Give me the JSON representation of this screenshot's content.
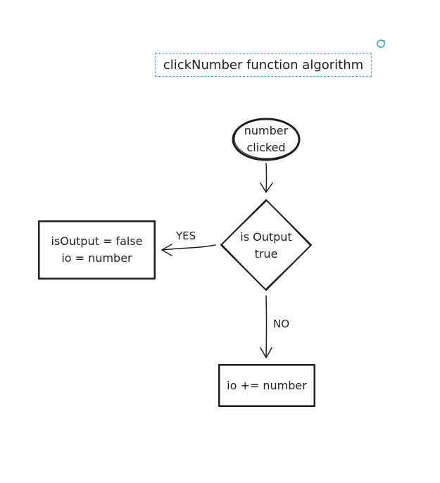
{
  "diagram": {
    "title": "clickNumber function algorithm",
    "nodes": {
      "start": {
        "label_line1": "number",
        "label_line2": "clicked"
      },
      "decision": {
        "label_line1": "is Output",
        "label_line2": "true"
      },
      "yes_box": {
        "label_line1": "isOutput = false",
        "label_line2": "io = number"
      },
      "no_box": {
        "label": "io += number"
      }
    },
    "edges": {
      "yes_label": "YES",
      "no_label": "NO"
    },
    "icons": {
      "refresh": "refresh-icon"
    },
    "colors": {
      "ink": "#1e1e1e",
      "selection": "#4aa8d8"
    }
  }
}
